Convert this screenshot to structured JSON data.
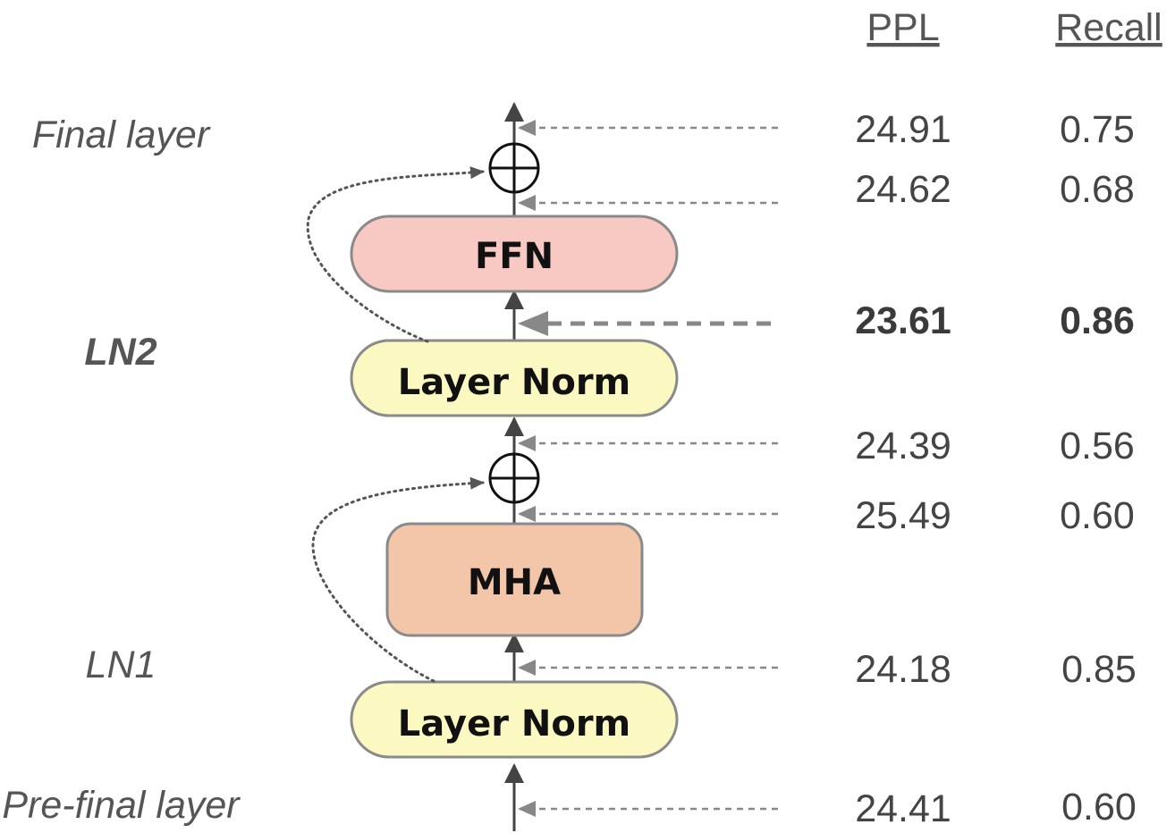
{
  "headers": {
    "ppl": "PPL",
    "recall": "Recall"
  },
  "side_labels": {
    "final_layer": "Final layer",
    "ln2": "LN2",
    "ln1": "LN1",
    "pre_final_layer": "Pre-final layer"
  },
  "blocks": {
    "ffn": "FFN",
    "layer_norm_2": "Layer Norm",
    "mha": "MHA",
    "layer_norm_1": "Layer Norm"
  },
  "rows": [
    {
      "ppl": "24.91",
      "recall": "0.75",
      "highlight": false
    },
    {
      "ppl": "24.62",
      "recall": "0.68",
      "highlight": false
    },
    {
      "ppl": "23.61",
      "recall": "0.86",
      "highlight": true
    },
    {
      "ppl": "24.39",
      "recall": "0.56",
      "highlight": false
    },
    {
      "ppl": "25.49",
      "recall": "0.60",
      "highlight": false
    },
    {
      "ppl": "24.18",
      "recall": "0.85",
      "highlight": false
    },
    {
      "ppl": "24.41",
      "recall": "0.60",
      "highlight": false
    }
  ],
  "colors": {
    "ffn_fill": "#f8c8c3",
    "mha_fill": "#f3c6a9",
    "layer_norm_fill": "#fcf8c1",
    "block_stroke": "#8a8a8a",
    "arrow": "#444444",
    "probe_arrow": "#888888"
  }
}
